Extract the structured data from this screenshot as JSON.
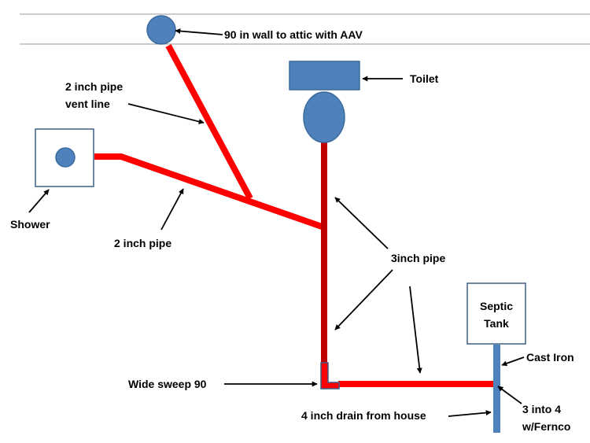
{
  "colors": {
    "pipe_2inch": "#ff0000",
    "pipe_3inch": "#c00000",
    "fixture_fill": "#4f81bd",
    "fixture_stroke": "#3a6a9c",
    "box_stroke": "#3d5f82",
    "wall_line": "#999999"
  },
  "labels": {
    "aav": "90 in wall to attic with AAV",
    "toilet": "Toilet",
    "vent_line_1": "2 inch pipe",
    "vent_line_2": "vent line",
    "shower": "Shower",
    "pipe_2inch": "2 inch pipe",
    "pipe_3inch": "3inch pipe",
    "septic_1": "Septic",
    "septic_2": "Tank",
    "cast_iron": "Cast Iron",
    "wide_sweep": "Wide sweep 90",
    "drain": "4 inch drain from house",
    "ferco_1": "3 into 4",
    "ferco_2": "w/Fernco"
  }
}
